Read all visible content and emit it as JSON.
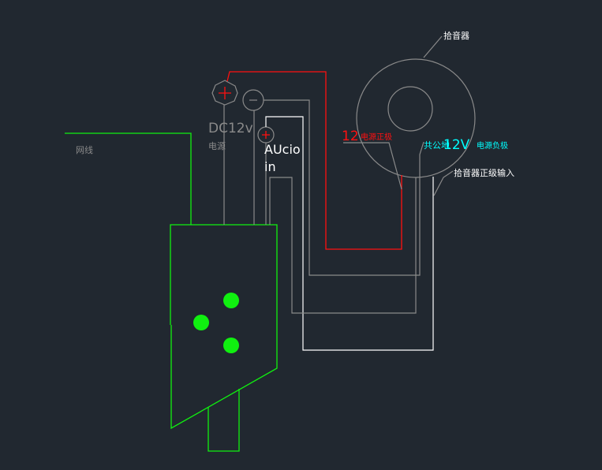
{
  "labels": {
    "pickup": "拾音器",
    "power_pos_num": "12",
    "power_pos": "电源正极",
    "common_ground": "共公地",
    "v12": "12V",
    "power_neg": "电源负极",
    "pickup_input": "拾音器正级输入",
    "dc12v": "DC12v",
    "power": "电源",
    "network": "网线",
    "audio": "AUcio",
    "in": "in"
  },
  "colors": {
    "background": "#212830",
    "power_positive": "#ff1010",
    "device": "#10f010",
    "annotation_cyan": "#00ffff",
    "wire_gray": "#8a8a8a",
    "wire_white": "#ffffff"
  }
}
